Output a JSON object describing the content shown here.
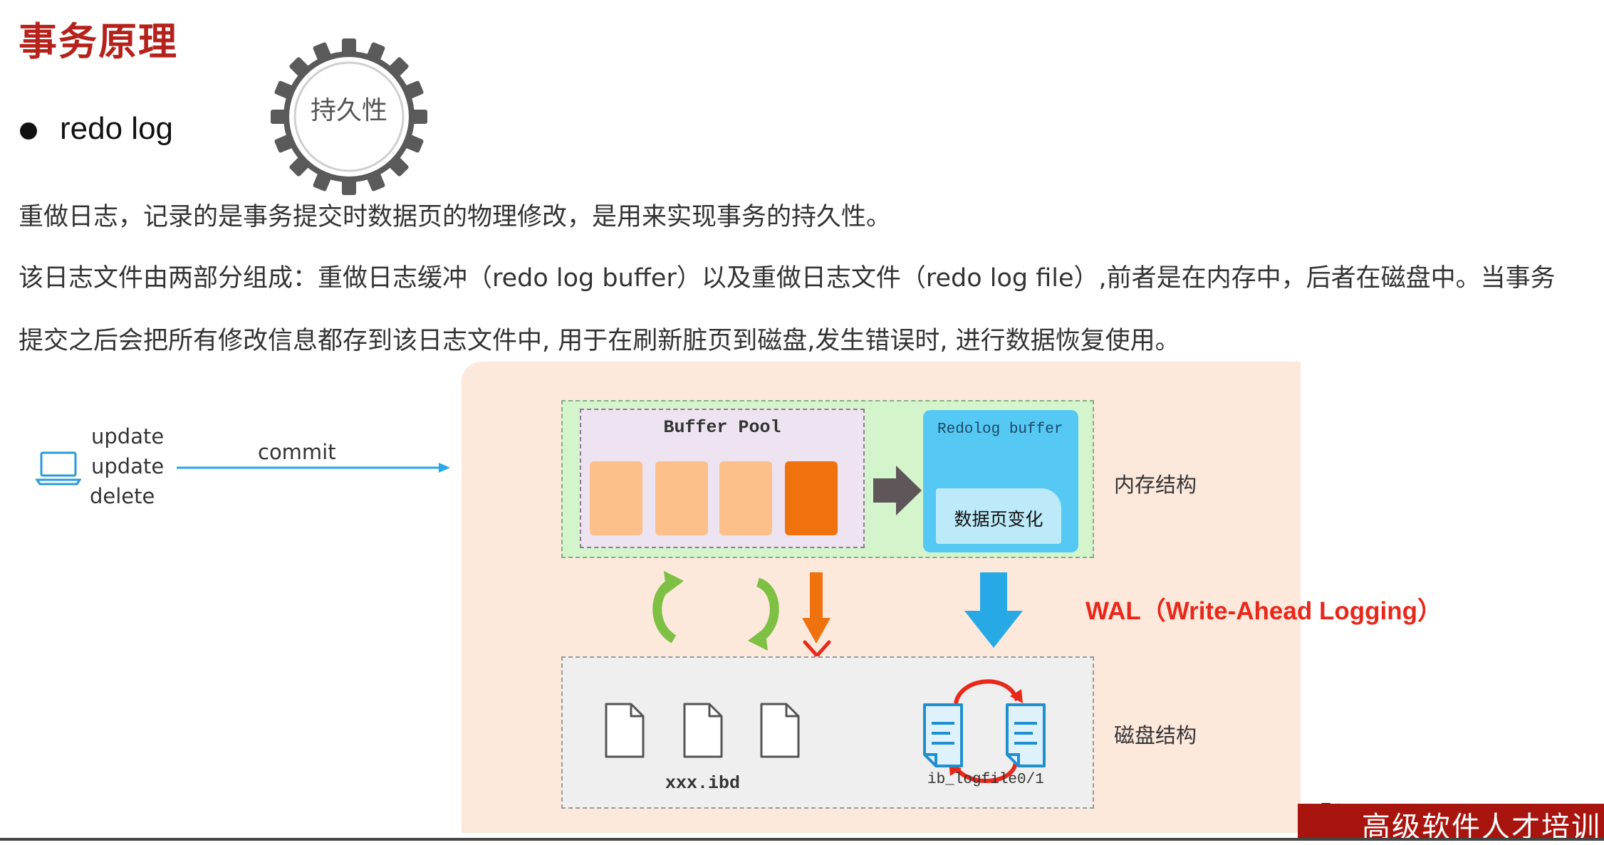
{
  "title": "事务原理",
  "bullet": "redo log",
  "gear_label": "持久性",
  "paragraphs": [
    "重做日志，记录的是事务提交时数据页的物理修改，是用来实现事务的持久性。",
    "该日志文件由两部分组成：重做日志缓冲（redo log buffer）以及重做日志文件（redo log file）,前者是在内存中，后者在磁盘中。当事务",
    "提交之后会把所有修改信息都存到该日志文件中, 用于在刷新脏页到磁盘,发生错误时, 进行数据恢复使用。"
  ],
  "client": {
    "ops": [
      "update",
      "update",
      "delete"
    ],
    "arrow_label": "commit"
  },
  "memory": {
    "buffer_pool_label": "Buffer Pool",
    "redolog_buffer_label": "Redolog buffer",
    "data_change_label": "数据页变化",
    "section_label": "内存结构"
  },
  "wal_label": "WAL（Write-Ahead Logging）",
  "disk": {
    "ibd_label": "xxx.ibd",
    "logfile_label": "ib_logfile0/1",
    "section_label": "磁盘结构"
  },
  "banner": "高级软件人才培训",
  "colors": {
    "title": "#b5221b",
    "wal": "#e8281b",
    "page_light": "#fdc08a",
    "page_dark": "#ef720f",
    "redo_buffer": "#55c8f3",
    "arrow_blue": "#27a9e6",
    "cycle_green": "#7dc043"
  }
}
